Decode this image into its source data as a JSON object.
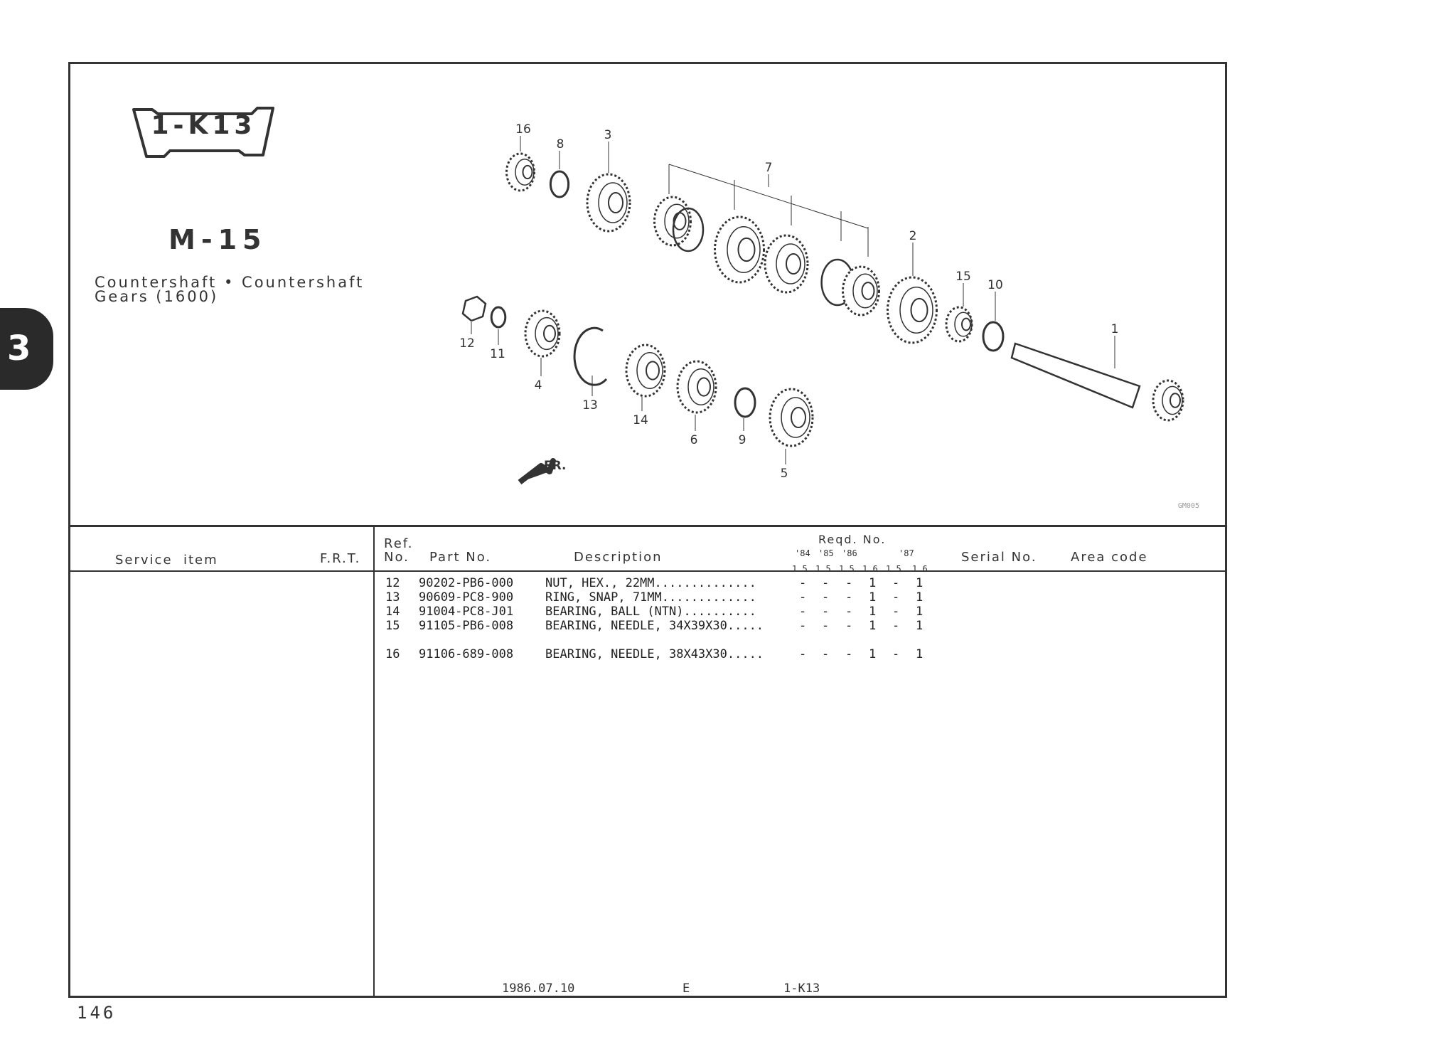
{
  "header": {
    "badge": "1-K13",
    "model": "M-15",
    "title_line1": "Countershaft • Countershaft",
    "title_line2": "Gears (1600)"
  },
  "section_tab": "3",
  "diagram": {
    "code": "GM005",
    "front_label": "FR.",
    "callouts": [
      "16",
      "8",
      "3",
      "7",
      "2",
      "15",
      "10",
      "1",
      "12",
      "11",
      "4",
      "13",
      "14",
      "6",
      "9",
      "5"
    ]
  },
  "table": {
    "headers": {
      "service_item": "Service  item",
      "frt": "F.R.T.",
      "ref_no": "Ref.\nNo.",
      "part_no": "Part No.",
      "description": "Description",
      "reqd_no": "Reqd. No.",
      "years": [
        "'84",
        "'85",
        "'86",
        "",
        "'87",
        ""
      ],
      "engines": [
        "1.5",
        "1.5",
        "1.5",
        "1.6",
        "1.5",
        "1.6"
      ],
      "serial_no": "Serial No.",
      "area_code": "Area code"
    },
    "rows": [
      {
        "ref": "12",
        "part": "90202-PB6-000",
        "desc": "NUT, HEX., 22MM..............",
        "qty": [
          "-",
          "-",
          "-",
          "1",
          "-",
          "1"
        ]
      },
      {
        "ref": "13",
        "part": "90609-PC8-900",
        "desc": "RING, SNAP, 71MM.............",
        "qty": [
          "-",
          "-",
          "-",
          "1",
          "-",
          "1"
        ]
      },
      {
        "ref": "14",
        "part": "91004-PC8-J01",
        "desc": "BEARING, BALL (NTN)..........",
        "qty": [
          "-",
          "-",
          "-",
          "1",
          "-",
          "1"
        ]
      },
      {
        "ref": "15",
        "part": "91105-PB6-008",
        "desc": "BEARING, NEEDLE, 34X39X30.....",
        "qty": [
          "-",
          "-",
          "-",
          "1",
          "-",
          "1"
        ]
      },
      {
        "ref": "16",
        "part": "91106-689-008",
        "desc": "BEARING, NEEDLE, 38X43X30.....",
        "qty": [
          "-",
          "-",
          "-",
          "1",
          "-",
          "1"
        ]
      }
    ],
    "footer": {
      "date": "1986.07.10",
      "lang": "E",
      "ref": "1-K13"
    }
  },
  "page_number": "146"
}
